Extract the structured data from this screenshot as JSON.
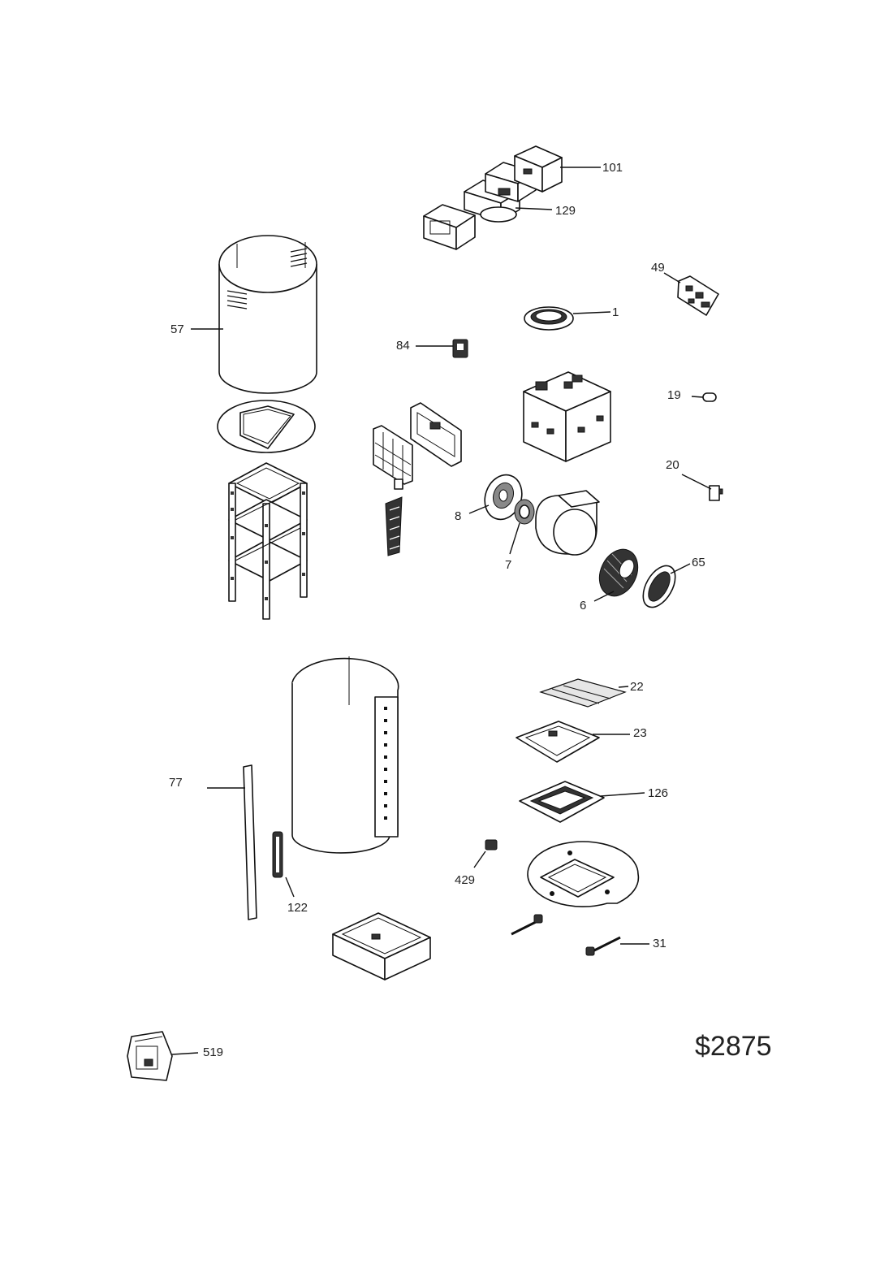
{
  "diagram": {
    "labels": {
      "p101": "101",
      "p129": "129",
      "p49": "49",
      "p1": "1",
      "p57": "57",
      "p84": "84",
      "p19": "19",
      "p20": "20",
      "p8": "8",
      "p7": "7",
      "p65": "65",
      "p6": "6",
      "p22": "22",
      "p23": "23",
      "p126": "126",
      "p77": "77",
      "p429": "429",
      "p122": "122",
      "p31": "31",
      "p519": "519"
    },
    "model_code": "$2875"
  }
}
